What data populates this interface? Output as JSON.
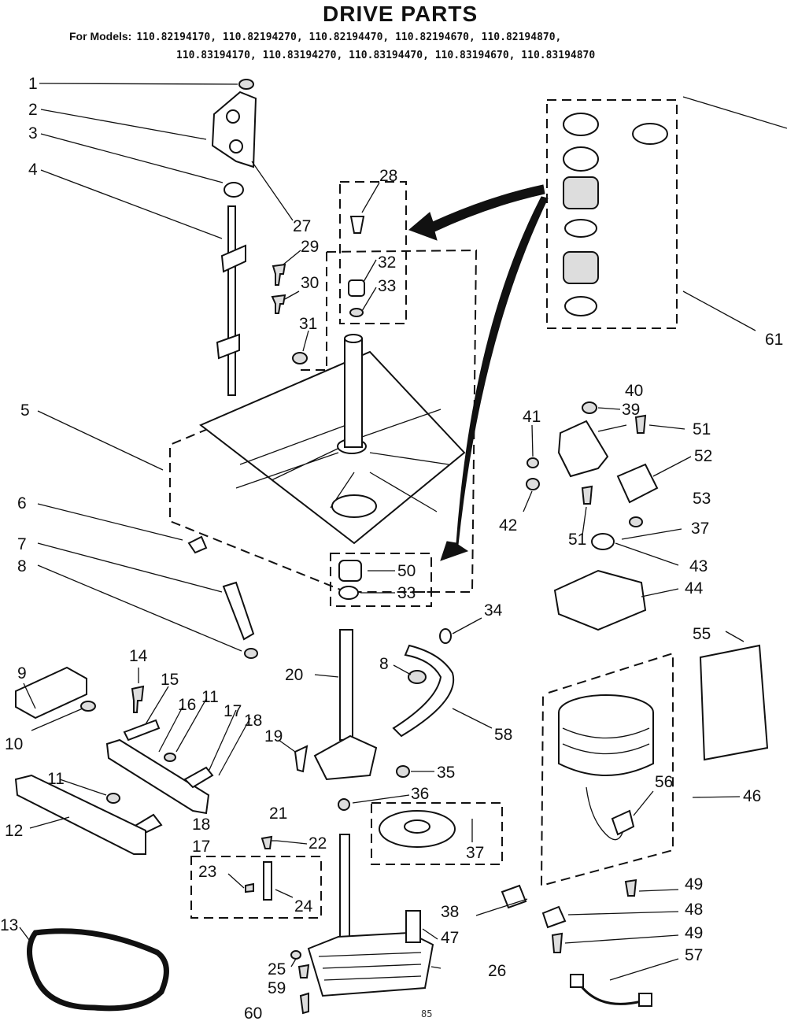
{
  "header": {
    "title": "DRIVE PARTS",
    "models_prefix": "For Models:",
    "models_line1": "110.82194170, 110.82194270, 110.82194470, 110.82194670, 110.82194870,",
    "models_line2": "110.83194170, 110.83194270, 110.83194470, 110.83194670, 110.83194870"
  },
  "footer": {
    "page_mark": "85"
  },
  "callouts": [
    {
      "id": "c1",
      "label": "1"
    },
    {
      "id": "c2",
      "label": "2"
    },
    {
      "id": "c3",
      "label": "3"
    },
    {
      "id": "c4",
      "label": "4"
    },
    {
      "id": "c5",
      "label": "5"
    },
    {
      "id": "c6",
      "label": "6"
    },
    {
      "id": "c7",
      "label": "7"
    },
    {
      "id": "c8a",
      "label": "8"
    },
    {
      "id": "c8b",
      "label": "8"
    },
    {
      "id": "c9",
      "label": "9"
    },
    {
      "id": "c10",
      "label": "10"
    },
    {
      "id": "c11a",
      "label": "11"
    },
    {
      "id": "c11b",
      "label": "11"
    },
    {
      "id": "c12",
      "label": "12"
    },
    {
      "id": "c13",
      "label": "13"
    },
    {
      "id": "c14",
      "label": "14"
    },
    {
      "id": "c15",
      "label": "15"
    },
    {
      "id": "c16",
      "label": "16"
    },
    {
      "id": "c17a",
      "label": "17"
    },
    {
      "id": "c17b",
      "label": "17"
    },
    {
      "id": "c18a",
      "label": "18"
    },
    {
      "id": "c18b",
      "label": "18"
    },
    {
      "id": "c19",
      "label": "19"
    },
    {
      "id": "c20",
      "label": "20"
    },
    {
      "id": "c21",
      "label": "21"
    },
    {
      "id": "c22",
      "label": "22"
    },
    {
      "id": "c23",
      "label": "23"
    },
    {
      "id": "c24",
      "label": "24"
    },
    {
      "id": "c25",
      "label": "25"
    },
    {
      "id": "c26",
      "label": "26"
    },
    {
      "id": "c27",
      "label": "27"
    },
    {
      "id": "c28",
      "label": "28"
    },
    {
      "id": "c29",
      "label": "29"
    },
    {
      "id": "c30",
      "label": "30"
    },
    {
      "id": "c31",
      "label": "31"
    },
    {
      "id": "c32",
      "label": "32"
    },
    {
      "id": "c33a",
      "label": "33"
    },
    {
      "id": "c33b",
      "label": "33"
    },
    {
      "id": "c34",
      "label": "34"
    },
    {
      "id": "c35",
      "label": "35"
    },
    {
      "id": "c36",
      "label": "36"
    },
    {
      "id": "c37a",
      "label": "37"
    },
    {
      "id": "c37b",
      "label": "37"
    },
    {
      "id": "c38",
      "label": "38"
    },
    {
      "id": "c39",
      "label": "39"
    },
    {
      "id": "c40",
      "label": "40"
    },
    {
      "id": "c41",
      "label": "41"
    },
    {
      "id": "c42",
      "label": "42"
    },
    {
      "id": "c43",
      "label": "43"
    },
    {
      "id": "c44",
      "label": "44"
    },
    {
      "id": "c46",
      "label": "46"
    },
    {
      "id": "c47",
      "label": "47"
    },
    {
      "id": "c48",
      "label": "48"
    },
    {
      "id": "c49a",
      "label": "49"
    },
    {
      "id": "c49b",
      "label": "49"
    },
    {
      "id": "c50",
      "label": "50"
    },
    {
      "id": "c51a",
      "label": "51"
    },
    {
      "id": "c51b",
      "label": "51"
    },
    {
      "id": "c52",
      "label": "52"
    },
    {
      "id": "c53",
      "label": "53"
    },
    {
      "id": "c55",
      "label": "55"
    },
    {
      "id": "c56",
      "label": "56"
    },
    {
      "id": "c57",
      "label": "57"
    },
    {
      "id": "c58",
      "label": "58"
    },
    {
      "id": "c59",
      "label": "59"
    },
    {
      "id": "c60",
      "label": "60"
    },
    {
      "id": "c61",
      "label": "61"
    }
  ]
}
